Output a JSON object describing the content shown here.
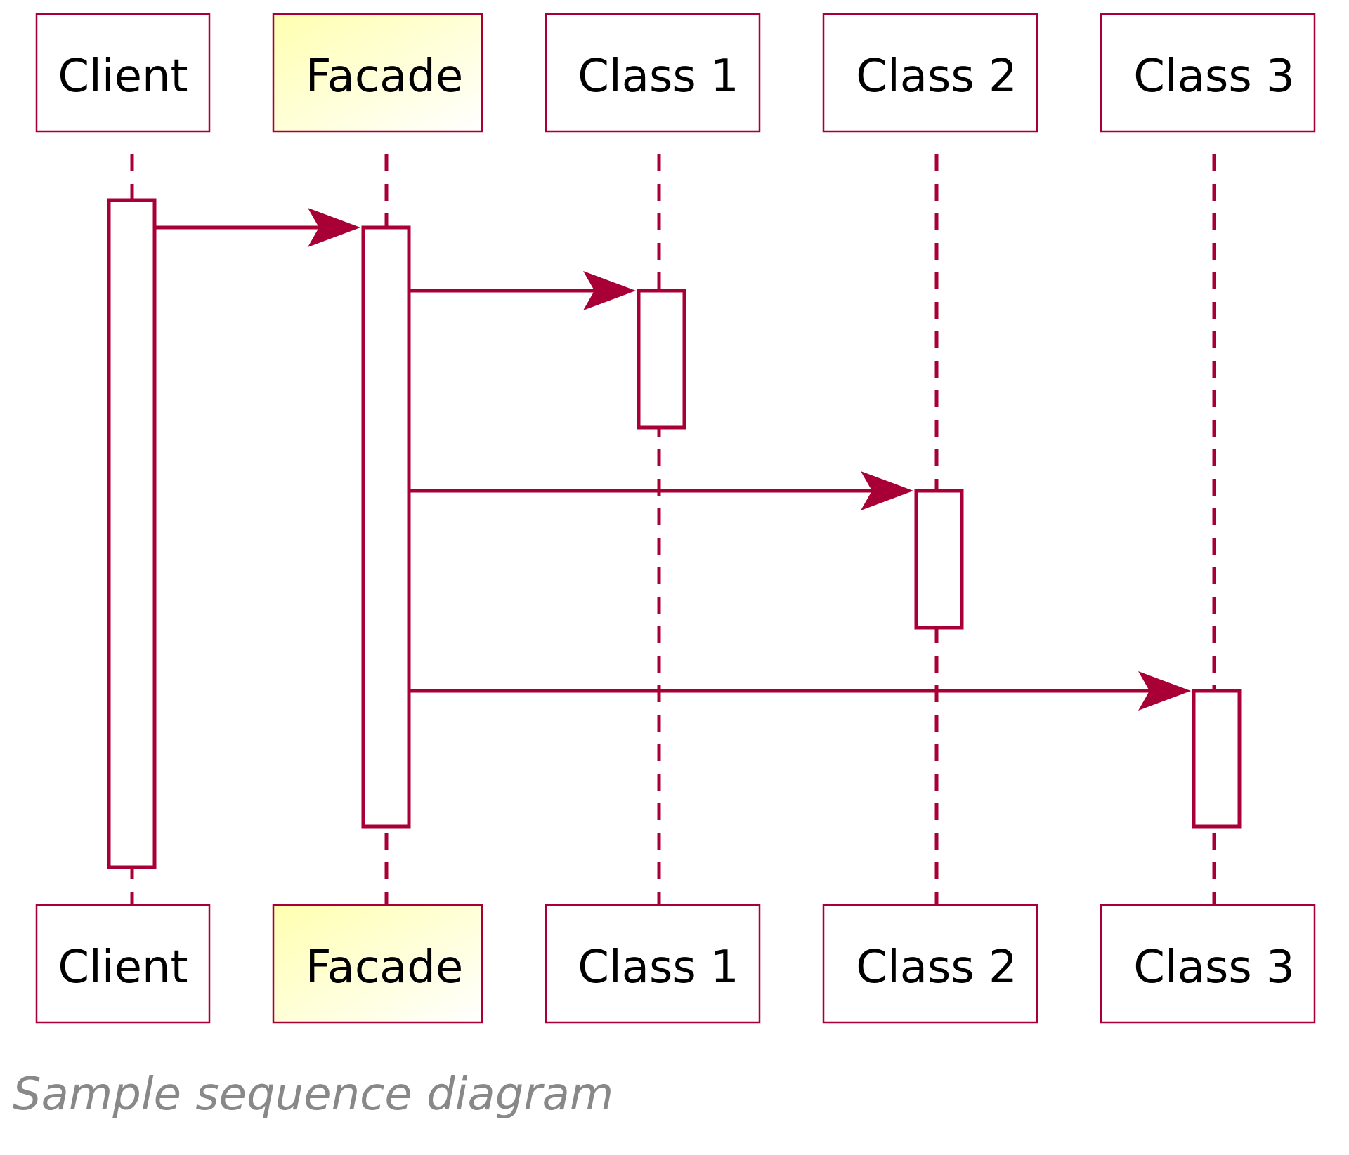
{
  "diagram": {
    "type": "sequence",
    "caption": "Sample sequence diagram",
    "colors": {
      "line": "#A80036",
      "facade_fill_start": "#FFFFB0",
      "facade_fill_end": "#FFFFFF",
      "caption": "#888888"
    },
    "participants": [
      {
        "id": "client",
        "label": "Client"
      },
      {
        "id": "facade",
        "label": "Facade"
      },
      {
        "id": "class1",
        "label": "Class 1"
      },
      {
        "id": "class2",
        "label": "Class 2"
      },
      {
        "id": "class3",
        "label": "Class 3"
      }
    ],
    "messages": [
      {
        "from": "client",
        "to": "facade"
      },
      {
        "from": "facade",
        "to": "class1"
      },
      {
        "from": "facade",
        "to": "class2"
      },
      {
        "from": "facade",
        "to": "class3"
      }
    ]
  }
}
